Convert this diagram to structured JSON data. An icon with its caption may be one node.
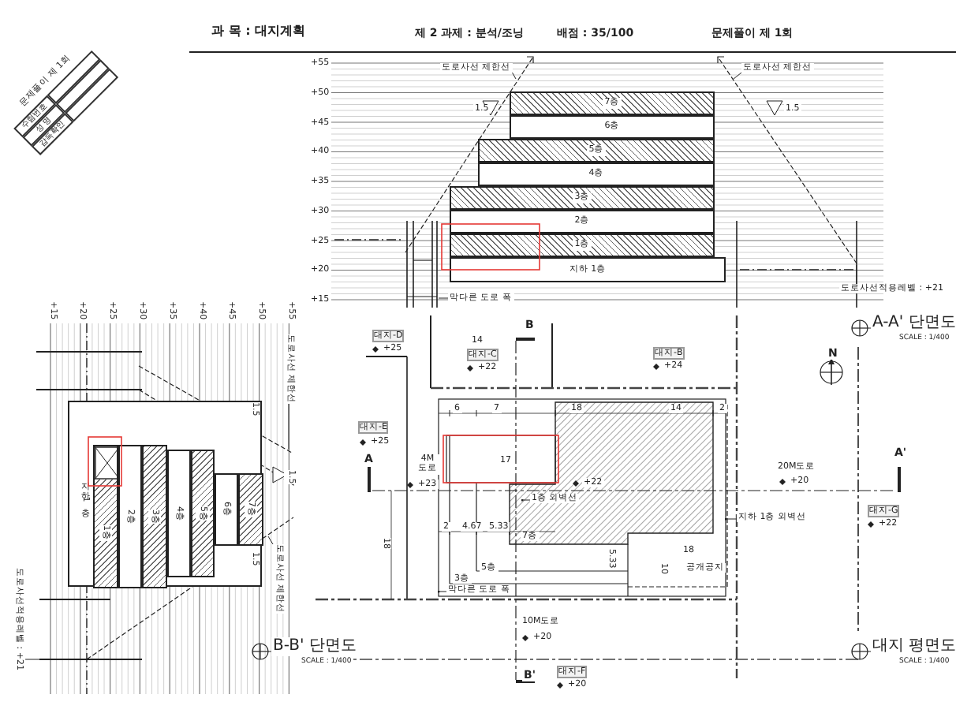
{
  "diagram": {
    "title": "과 목 : 대지계획",
    "nodes": [
      {
        "text": [
          "지하 1층"
        ]
      },
      {
        "text": [
          "1층"
        ]
      },
      {
        "text": [
          "2층"
        ]
      },
      {
        "text": [
          "3층"
        ]
      },
      {
        "text": [
          "4층"
        ]
      },
      {
        "text": [
          "5층"
        ]
      },
      {
        "text": [
          "6층"
        ]
      },
      {
        "text": [
          "7층"
        ]
      },
      {
        "text": [
          "지하 1층"
        ]
      },
      {
        "text": [
          "1층"
        ],
        "in": 8
      },
      {
        "text": [
          "2층"
        ],
        "in": 8
      },
      {
        "text": [
          "3층"
        ],
        "in": 8
      },
      {
        "text": [
          "4층"
        ],
        "in": 8
      },
      {
        "text": [
          "5층"
        ],
        "in": 8
      },
      {
        "text": [
          "6층"
        ],
        "in": 8
      },
      {
        "text": [
          "7층"
        ],
        "in": 8
      },
      {
        "text": [
          "대지-D"
        ],
        "beside": [
          "+25"
        ]
      },
      {
        "text": [
          "대지-C"
        ],
        "beside": [
          "+22"
        ]
      },
      {
        "text": [
          "대지-B"
        ],
        "beside": [
          "+24"
        ]
      },
      {
        "text": [
          "대지-E"
        ],
        "beside": [
          "+25"
        ]
      },
      {
        "text": [
          "대지-G"
        ],
        "beside": [
          "+22"
        ]
      },
      {
        "text": [
          "대지-F"
        ],
        "beside": [
          "+20"
        ]
      },
      {
        "text": [
          "도로사선 제한선"
        ]
      },
      {
        "text": [
          "도로사선 제한선"
        ]
      },
      {
        "text": [
          "도로사선적용레벨 : +21"
        ]
      },
      {
        "text": [
          "막다른 도로 폭"
        ]
      },
      {
        "text": [
          "도로사선 제한선"
        ]
      },
      {
        "text": [
          "도로사선 제한선"
        ]
      },
      {
        "text": [
          "도로사선적용레벨 : +21"
        ]
      },
      {
        "text": [
          "1층 외벽선"
        ]
      },
      {
        "text": [
          "막다른 도로 폭"
        ]
      },
      {
        "text": [
          "지하 1층 외벽선"
        ]
      }
    ],
    "edges": [
      {
        "from": 22,
        "to": null,
        "arrow": "none"
      },
      {
        "from": 23,
        "to": null,
        "arrow": "none"
      },
      {
        "from": 24,
        "to": null,
        "arrow": "none"
      },
      {
        "from": 25,
        "to": null,
        "arrow": "none"
      },
      {
        "from": 26,
        "to": null,
        "arrow": "none"
      },
      {
        "from": 27,
        "to": null,
        "arrow": "none"
      },
      {
        "from": 28,
        "to": null,
        "arrow": "none"
      },
      {
        "from": 29,
        "to": null,
        "arrow": "other"
      },
      {
        "from": 30,
        "to": null,
        "arrow": "other"
      },
      {
        "from": 31,
        "to": null,
        "arrow": "other"
      }
    ],
    "labels": [
      "제 2 과제 : 분석/조닝",
      "배점 : 35/100",
      "문제풀이 제 1회",
      "문제풀이 제 1회",
      "수험번호",
      "성 명",
      "감독확인",
      "+55",
      "+50",
      "+45",
      "+40",
      "+35",
      "+30",
      "+25",
      "+20",
      "+15",
      "+15",
      "+20",
      "+25",
      "+30",
      "+35",
      "+40",
      "+45",
      "+50",
      "+55",
      "1.5",
      "1.5",
      "1.5",
      "1.5",
      "1.5",
      "14",
      "6",
      "7",
      "18",
      "14",
      "2",
      "17",
      "2",
      "4.67",
      "5.33",
      "18",
      "18",
      "5.33",
      "10",
      "4M 도로",
      "20M도로",
      "+23",
      "+22",
      "+20",
      "7층",
      "5층",
      "공개공지",
      "3층",
      "10M도로",
      "+20",
      "A",
      "A'",
      "B",
      "B'",
      "N",
      "A-A' 단면도",
      "SCALE : 1/400",
      "대지 평면도",
      "SCALE : 1/400",
      "B-B' 단면도",
      "SCALE : 1/400"
    ]
  }
}
